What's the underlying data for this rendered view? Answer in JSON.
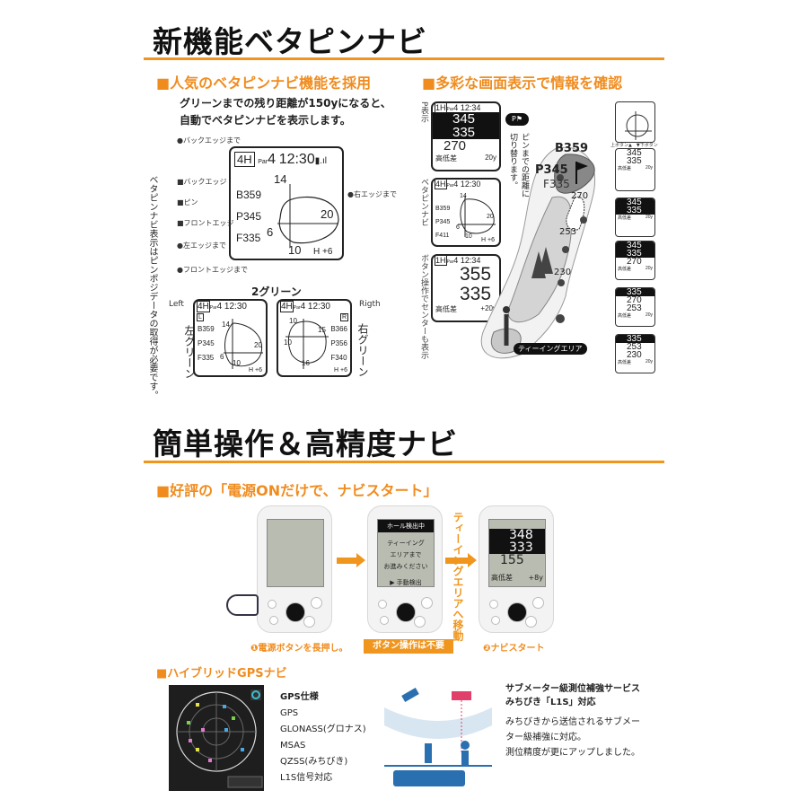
{
  "section1": {
    "title": "新機能ベタピンナビ",
    "left": {
      "heading": "■人気のベタピンナビ機能を採用",
      "desc": [
        "グリーンまでの残り距離が150yになると、",
        "自動でベタピンナビを表示します。"
      ],
      "vertical_note": "ベタピンナビ表示はピンポジデータの取得が必要です。",
      "callouts": {
        "back_to": "●バックエッジまで",
        "back": "■バックエッジ",
        "pin": "■ピン",
        "front": "■フロントエッジ",
        "left_to": "●左エッジまで",
        "front_to": "●フロントエッジまで",
        "right_to": "●右エッジまで"
      },
      "screen": {
        "hole": "4H",
        "par": "Par",
        "par_val": "4",
        "time": "12:30",
        "b": "B359",
        "p": "P345",
        "f": "F335",
        "n14": "14",
        "n20": "20",
        "n6": "6",
        "n10": "10",
        "h": "H +6"
      },
      "two_green": {
        "title": "2グリーン",
        "left_label": "Left",
        "right_label": "Rigth",
        "left_vert": "左グリーン",
        "right_vert": "右グリーン",
        "left": {
          "hole": "4H",
          "par": "Par",
          "par_val": "4",
          "time": "12:30",
          "tag": "L",
          "b": "B359",
          "p": "P345",
          "f": "F335",
          "a": "14",
          "c": "20",
          "d": "6",
          "e": "10",
          "h": "H +6"
        },
        "right": {
          "hole": "4H",
          "par": "Par",
          "par_val": "4",
          "time": "12:30",
          "tag": "R",
          "b": "B366",
          "p": "P356",
          "f": "F340",
          "a": "10",
          "c": "15",
          "d": "10",
          "e": "16",
          "h": "H +6"
        }
      }
    },
    "right": {
      "heading": "■多彩な画面表示で情報を確認",
      "p_screen": {
        "label": "P表示",
        "hole": "1H",
        "par": "Par",
        "par_val": "4",
        "time": "12:34",
        "p": "345",
        "f": "335",
        "dist": "270",
        "elev": "高低差",
        "elev_val": "20y"
      },
      "beta_screen": {
        "label": "ベタピンナビ",
        "hole": "4H",
        "par": "Par",
        "par_val": "4",
        "time": "12:30",
        "b": "B359",
        "p": "P345",
        "f": "F411",
        "a": "14",
        "c": "20",
        "d": "6",
        "e": "10",
        "h": "H +6"
      },
      "center_screen": {
        "label": "ボタン操作でセンターも表示",
        "hole": "1H",
        "par": "Par",
        "par_val": "4",
        "time": "12:34",
        "c": "355",
        "f": "335",
        "elev": "高低差",
        "elev_val": "+20y"
      },
      "pin_note": "ピンまでの距離に切り替ります。",
      "map": {
        "b": "B359",
        "p": "P345",
        "f": "F335",
        "d270": "270",
        "d253": "253",
        "d230": "230",
        "tee": "ティーイングエリア"
      },
      "buttons_note": "上ボタン▲　▼下ボタン",
      "minis": [
        {
          "l1": "345",
          "l2": "335",
          "l3": "",
          "l4": "",
          "foot": "20y"
        },
        {
          "l1": "345",
          "l2": "335",
          "l3": "",
          "l4": "",
          "foot": "20y"
        },
        {
          "l1": "345",
          "l2": "335",
          "l3": "270",
          "l4": "",
          "foot": "20y"
        },
        {
          "l1": "335",
          "l2": "",
          "l3": "270",
          "l4": "253",
          "foot": "20y"
        },
        {
          "l1": "335",
          "l2": "",
          "l3": "253",
          "l4": "230",
          "foot": "20y"
        }
      ],
      "mini_elev": "高低差"
    }
  },
  "section2": {
    "title": "簡単操作＆高精度ナビ",
    "heading": "■好評の「電源ONだけで、ナビスタート」",
    "device2_screen": {
      "header": "ホール検出中",
      "lines": [
        "ティーイング",
        "エリアまで",
        "お進みください"
      ],
      "manual": "▶ 手動検出"
    },
    "device3_screen": {
      "p": "348",
      "f": "333",
      "dist": "155",
      "elev": "高低差",
      "elev_val": "+8y"
    },
    "move_note": "ティーイングエリアへ移動",
    "step1": "❶電源ボタンを長押し。",
    "no_button": "ボタン操作は不要",
    "step2": "❷ナビスタート"
  },
  "section3": {
    "heading": "■ハイブリッドGPSナビ",
    "spec_title": "GPS仕様",
    "specs": [
      "GPS",
      "GLONASS(グロナス)",
      "MSAS",
      "QZSS(みちびき)",
      "L1S信号対応"
    ],
    "michibiki_title": [
      "サブメーター級測位補強サービス",
      "みちびき「L1S」対応"
    ],
    "michibiki_desc": [
      "みちびきから送信されるサブメー",
      "ター級補強に対応。",
      "測位精度が更にアップしました。"
    ]
  },
  "colors": {
    "accent": "#f0961e",
    "dark": "#111111",
    "blue": "#2a6fb0"
  }
}
